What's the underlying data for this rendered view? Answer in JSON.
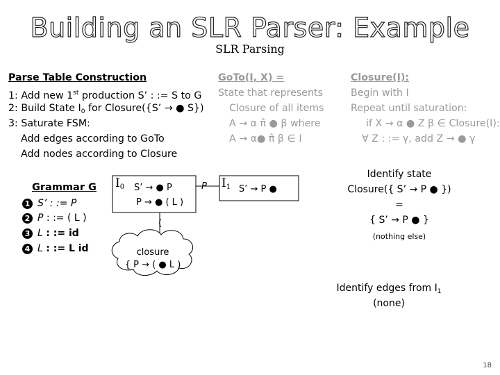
{
  "slide": {
    "title": "Building an SLR Parser: Example",
    "subtitle": "SLR Parsing",
    "page_number": "18"
  },
  "construction": {
    "heading": "Parse Table Construction",
    "step1_prefix": "1: Add new 1",
    "step1_sup": "st",
    "step1_suffix": " production S’ : := S to G",
    "step2_prefix": "2: Build State I",
    "step2_sub": "0",
    "step2_suffix": " for Closure({S’ → ● S})",
    "step3": "3: Saturate FSM:",
    "step3a": "Add edges according to GoTo",
    "step3b": "Add nodes according to Closure"
  },
  "goto_def": {
    "heading": "GoTo(I, X) =",
    "line1": "State that represents",
    "line2": "Closure of all items",
    "line3": "A → α π̂ ● β  where",
    "line4": "A → α● π̂ β ∈ I"
  },
  "closure_def": {
    "heading": "Closure(I):",
    "line1": "Begin with I",
    "line2": "Repeat until saturation:",
    "line3": "if X → α ● Z β ∈ Closure(I):",
    "line4": "∀ Z : := γ, add  Z → ● γ"
  },
  "grammar": {
    "title": "Grammar G",
    "rules": [
      {
        "num": "1",
        "lhs": "S’",
        "rhs": ": := P"
      },
      {
        "num": "2",
        "lhs": "P",
        "rhs": ": := ( L )"
      },
      {
        "num": "3",
        "lhs": "L",
        "rhs": ": := id"
      },
      {
        "num": "4",
        "lhs": "L",
        "rhs": ": := L id"
      }
    ]
  },
  "states": {
    "i0": {
      "label": "I",
      "sub": "0",
      "item1": "S’ → ● P",
      "item2": "P → ● ( L )"
    },
    "edge_p": "P",
    "i1": {
      "label": "I",
      "sub": "1",
      "item1": "S’ → P ●"
    },
    "edge_paren": "(",
    "cloud": {
      "line1": "closure",
      "line2": "{ P → ( ● L )"
    }
  },
  "right_panel": {
    "identify_state": "Identify state",
    "closure_expr": "Closure({ S’ → P ● })",
    "equals": "=",
    "result": "{ S’ → P ● }",
    "note": "(nothing else)",
    "identify_edges_prefix": "Identify edges from I",
    "identify_edges_sub": "1",
    "none": "(none)"
  },
  "colors": {
    "text": "#000000",
    "muted": "#9a9a9a",
    "background": "#ffffff"
  }
}
